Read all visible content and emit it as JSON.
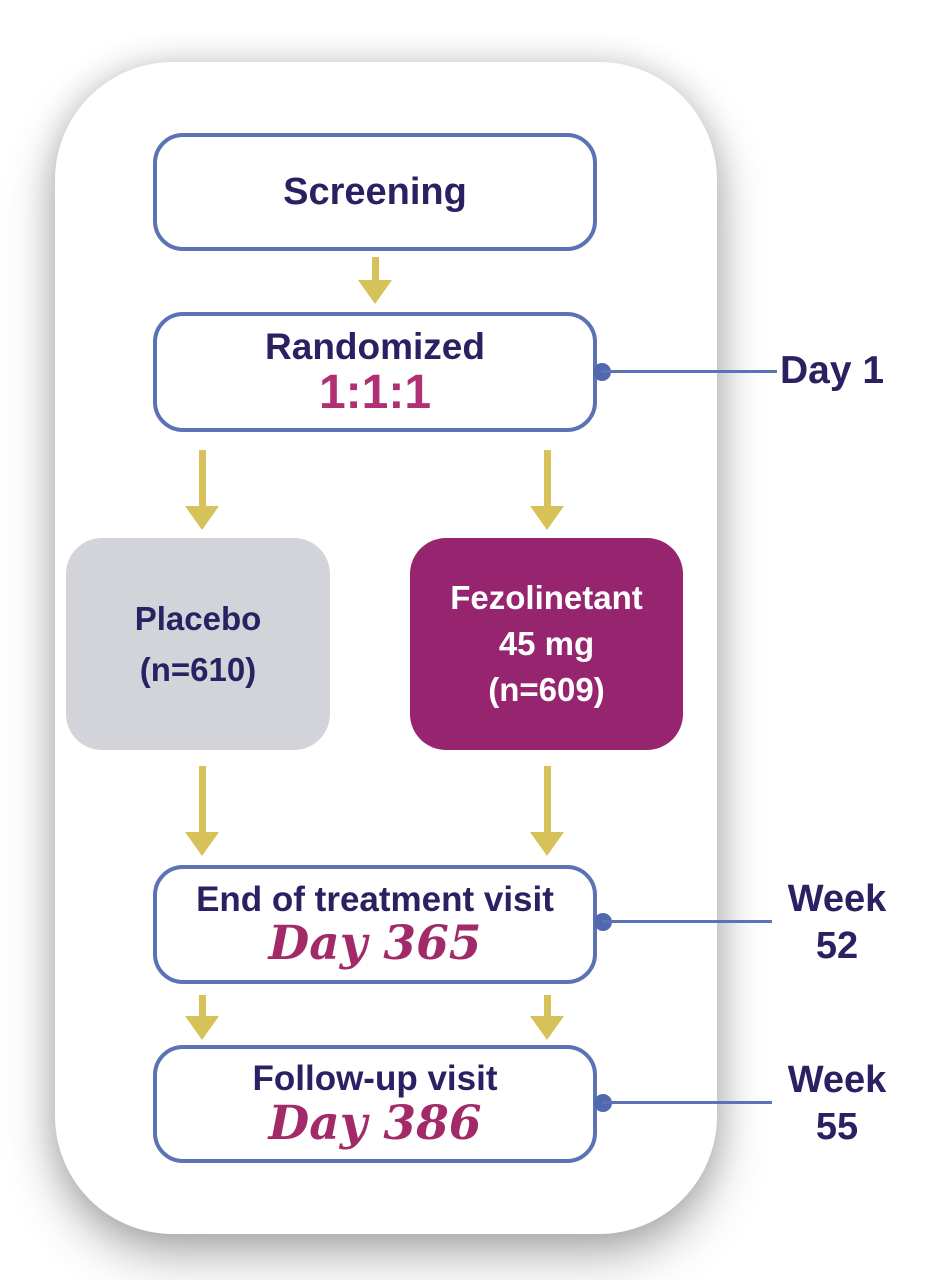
{
  "colors": {
    "navy_text": "#2a2163",
    "box_border_blue": "#5b72b4",
    "connector_blue": "#5069ae",
    "arrow_gold": "#d6c258",
    "ratio_magenta": "#b03073",
    "fezolinetant_box_fill": "#96246e",
    "placebo_box_fill": "#d2d4da",
    "day_italic_magenta": "#a22a68"
  },
  "nodes": {
    "screening": {
      "label": "Screening"
    },
    "randomized": {
      "label": "Randomized",
      "ratio": "1:1:1"
    },
    "placebo": {
      "line1": "Placebo",
      "line2": "(n=610)"
    },
    "fezolinetant": {
      "line1": "Fezolinetant",
      "line2": "45 mg",
      "line3": "(n=609)"
    },
    "end_of_treatment": {
      "label": "End of treatment visit",
      "sublabel": "Day 365"
    },
    "follow_up": {
      "label": "Follow-up visit",
      "sublabel": "Day 386"
    }
  },
  "timeline": {
    "day1": {
      "label": "Day 1"
    },
    "week52": {
      "line1": "Week",
      "line2": "52"
    },
    "week55": {
      "line1": "Week",
      "line2": "55"
    }
  }
}
